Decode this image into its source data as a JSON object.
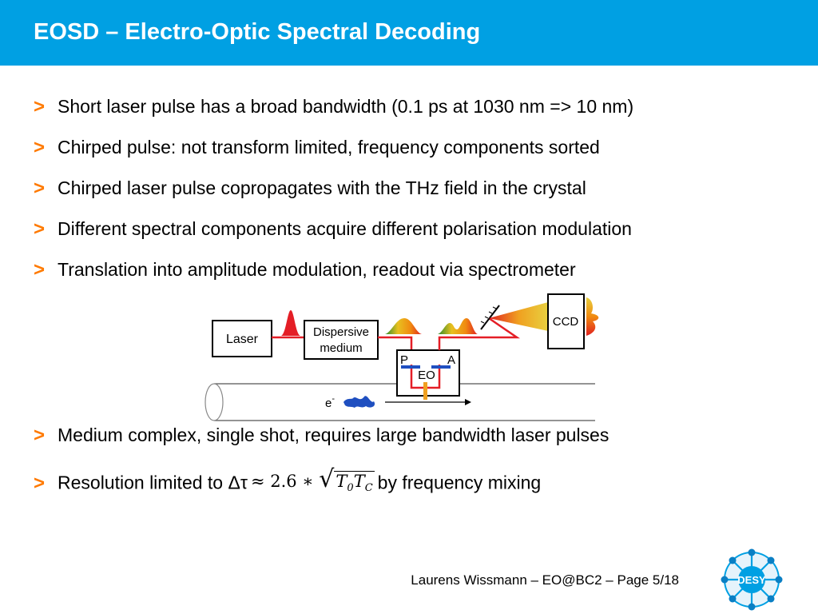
{
  "header": {
    "title": "EOSD – Electro-Optic Spectral Decoding"
  },
  "bullets": [
    "Short laser pulse has a broad bandwidth (0.1 ps at 1030 nm => 10 nm)",
    "Chirped pulse: not transform limited, frequency components sorted",
    "Chirped laser pulse copropagates with the THz field in the crystal",
    "Different spectral components acquire different polarisation modulation",
    "Translation into amplitude modulation, readout via spectrometer"
  ],
  "marker": ">",
  "diagram": {
    "laser": "Laser",
    "dispersive_1": "Dispersive",
    "dispersive_2": "medium",
    "p": "P",
    "a": "A",
    "eo": "EO",
    "ccd": "CCD",
    "electron": "e",
    "electron_sup": "-"
  },
  "bullets_lower": {
    "b1": "Medium complex, single shot, requires large bandwidth laser pulses",
    "b2_prefix": "Resolution limited to Δτ",
    "b2_formula_left": "≈ 2.6 ∗",
    "b2_formula_sqrt": "√",
    "b2_t0": "T",
    "b2_t0_sub": "0",
    "b2_tc": "T",
    "b2_tc_sub": "C",
    "b2_suffix": "by frequency mixing"
  },
  "footer": {
    "text": "Laurens Wissmann – EO@BC2 – Page 5/18"
  },
  "logo": {
    "text": "DESY"
  },
  "colors": {
    "header": "#00a0e3",
    "marker": "#ff7a00",
    "beam": "#e41e26",
    "polarizer": "#1f4fc0",
    "crystal": "#f0a020"
  }
}
